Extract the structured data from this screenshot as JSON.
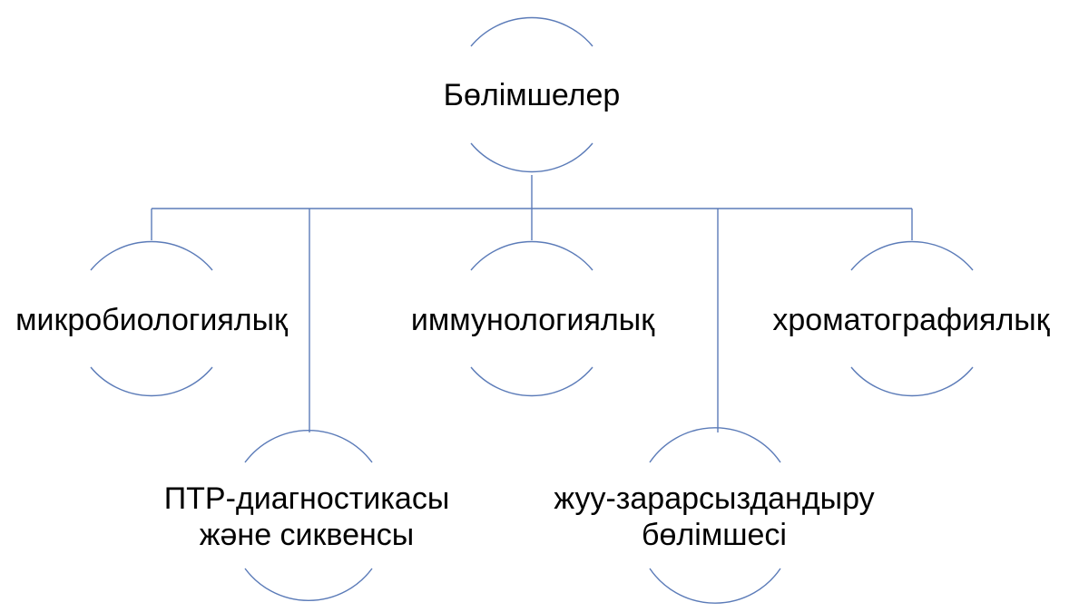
{
  "diagram": {
    "root": {
      "label": "Бөлімшелер"
    },
    "children": [
      {
        "label_lines": [
          "микробиологиялық"
        ]
      },
      {
        "label_lines": [
          "ПТР-диагностикасы",
          "және сиквенсы"
        ]
      },
      {
        "label_lines": [
          "иммунологиялық"
        ]
      },
      {
        "label_lines": [
          "жуу-зарарсыздандыру",
          "бөлімшесі"
        ]
      },
      {
        "label_lines": [
          "хроматографиялық"
        ]
      }
    ],
    "colors": {
      "line": "#5b7bb8",
      "text": "#000000",
      "background": "#ffffff"
    }
  }
}
